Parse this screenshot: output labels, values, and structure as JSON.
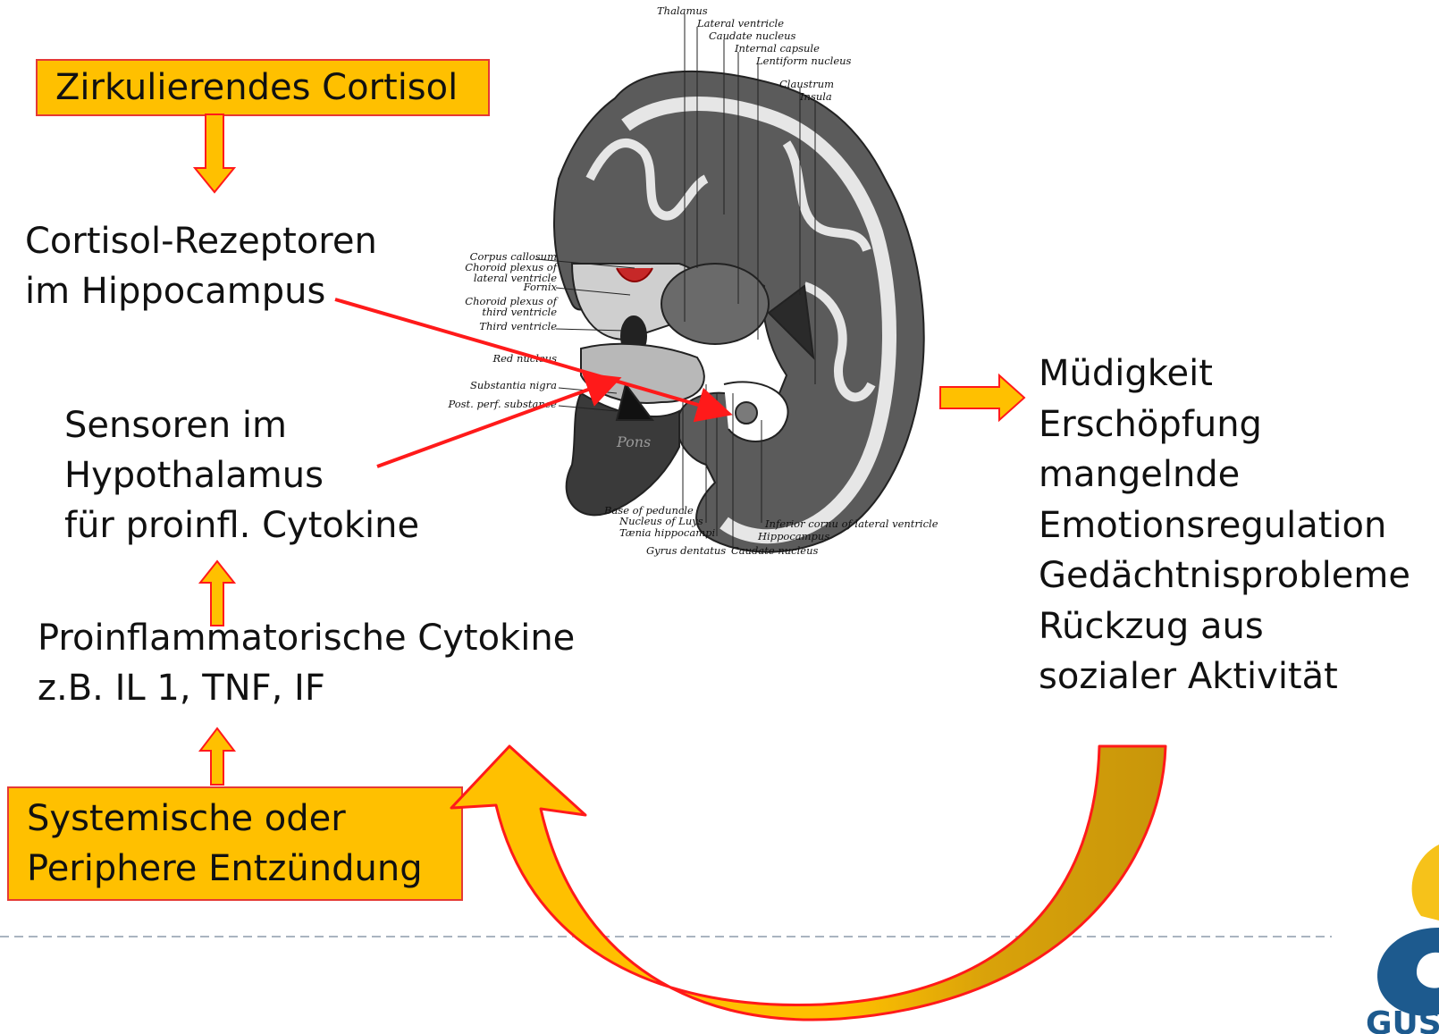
{
  "boxes": {
    "cortisol": "Zirkulierendes Cortisol",
    "inflammation": [
      "Systemische oder",
      "Periphere Entzündung"
    ]
  },
  "labels": {
    "receptors": [
      "Cortisol-Rezeptoren",
      "im Hippocampus"
    ],
    "sensors": [
      "Sensoren im",
      "Hypothalamus",
      "für proinfl. Cytokine"
    ],
    "cytokines": [
      "Proinflammatorische Cytokine",
      "z.B. IL 1, TNF, IF"
    ]
  },
  "symptoms": [
    "Müdigkeit",
    "Erschöpfung",
    "mangelnde",
    "Emotionsregulation",
    "Gedächtnisprobleme",
    "Rückzug aus",
    "sozialer Aktivität"
  ],
  "brain_annotations": {
    "top": [
      "Thalamus",
      "Lateral ventricle",
      "Caudate nucleus",
      "Internal capsule",
      "Lentiform nucleus",
      "Claustrum",
      "Insula"
    ],
    "left": [
      "Corpus callosum",
      "Choroid plexus of",
      "lateral ventricle",
      "Fornix",
      "Choroid plexus of",
      "third ventricle",
      "Third ventricle",
      "Red nucleus",
      "Substantia nigra",
      "Post. perf. substance"
    ],
    "pons": "Pons",
    "bottom": [
      "Base of peduncle",
      "Nucleus of Luys",
      "Tænia hippocampi",
      "Gyrus dentatus",
      "Caudate nucleus",
      "Inferior cornu of lateral ventricle",
      "Hippocampus"
    ]
  },
  "logo": {
    "text": "GUS",
    "color_dark": "#1d5a8e",
    "color_yellow": "#f6c21a"
  },
  "colors": {
    "box_fill": "#ffc000",
    "box_border": "#e53935",
    "arrow_line": "#ff1a1a",
    "arrow_fill": "#ffc000",
    "big_arrow_fill": "#ffc000",
    "big_arrow_shade": "#c8960a"
  }
}
